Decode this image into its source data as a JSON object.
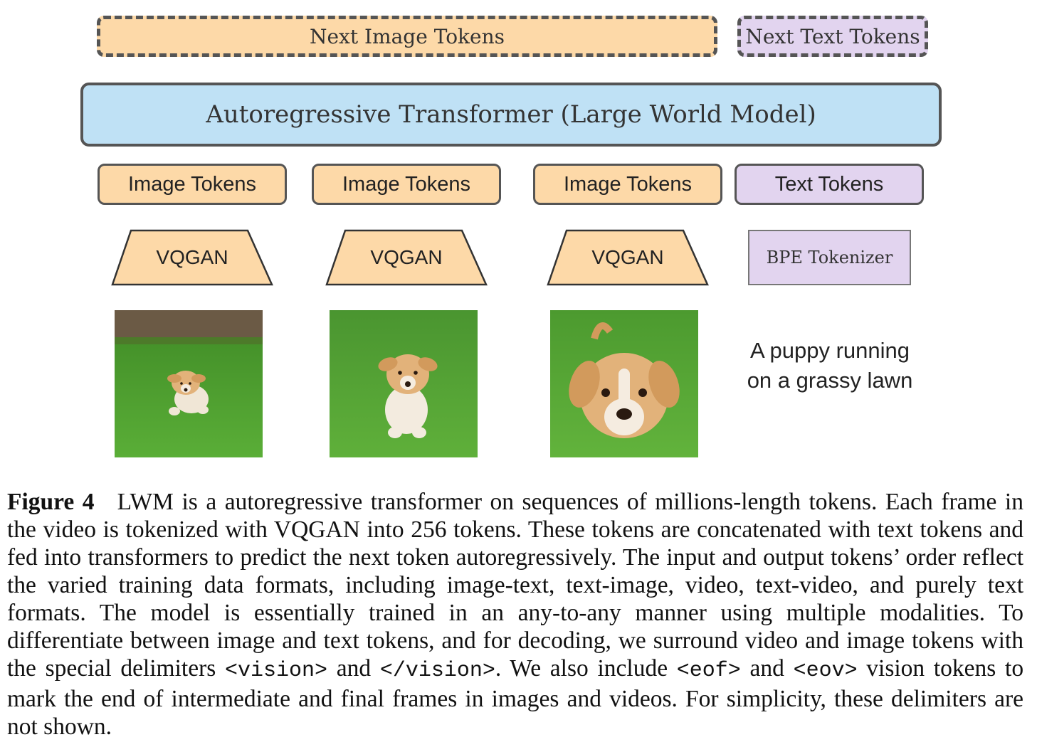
{
  "diagram": {
    "outputs": {
      "next_image_tokens": "Next Image Tokens",
      "next_text_tokens": "Next Text Tokens"
    },
    "transformer_label": "Autoregressive Transformer (Large World Model)",
    "token_boxes": [
      "Image Tokens",
      "Image Tokens",
      "Image Tokens",
      "Text Tokens"
    ],
    "encoders": [
      "VQGAN",
      "VQGAN",
      "VQGAN"
    ],
    "text_encoder": "BPE Tokenizer",
    "inputs": {
      "frame_images": [
        "puppy-frame-1",
        "puppy-frame-2",
        "puppy-frame-3"
      ],
      "text_line_1": "A puppy running",
      "text_line_2": "on a grassy lawn"
    },
    "colors": {
      "image_token": "#fdd9a8",
      "text_token": "#e2d4ef",
      "transformer": "#bfe1f5",
      "grass": "#4e9a2e",
      "puppy": "#e2b27a"
    }
  },
  "caption": {
    "label": "Figure 4",
    "text_1": "LWM is a autoregressive transformer on sequences of millions-length tokens. Each frame in the video is tokenized with VQGAN into 256 tokens. These tokens are concatenated with text tokens and fed into transformers to predict the next token autoregressively. The input and output tokens’ order reflect the varied training data formats, including image-text, text-image, video, text-video, and purely text formats. The model is essentially trained in an any-to-any manner using multiple modalities. To differentiate between image and text tokens, and for decoding, we surround video and image tokens with the special delimiters",
    "code_1": "<vision>",
    "text_2": "and",
    "code_2": "</vision>",
    "text_3": ". We also include",
    "code_3": "<eof>",
    "text_4": "and",
    "code_4": "<eov>",
    "text_5": "vision tokens to mark the end of intermediate and final frames in images and videos. For simplicity, these delimiters are not shown."
  }
}
